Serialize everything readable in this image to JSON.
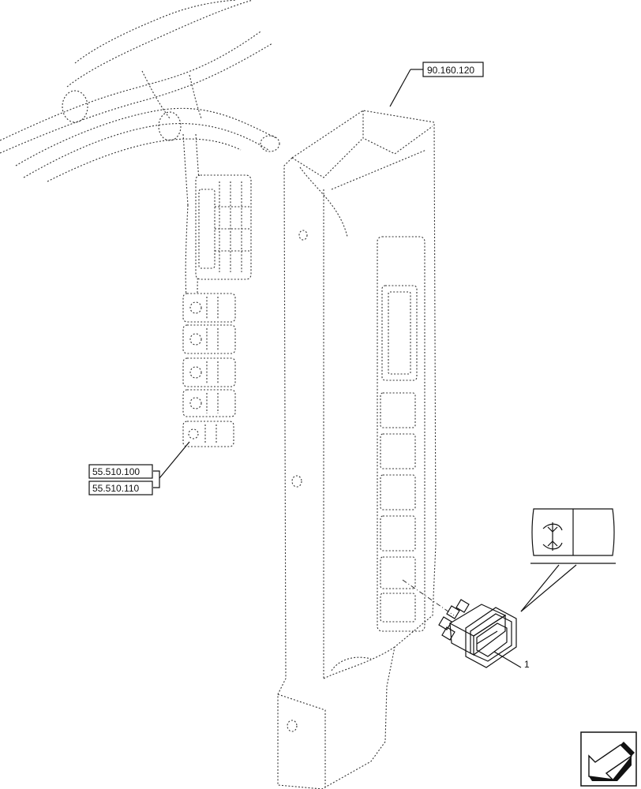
{
  "callouts": {
    "ref_top": "90.160.120",
    "ref_a": "55.510.100",
    "ref_b": "55.510.110",
    "item_number": "1"
  },
  "icons": {
    "switch_symbol": "hazard-switch-symbol-icon",
    "nav": "arrow-next-page-icon"
  }
}
